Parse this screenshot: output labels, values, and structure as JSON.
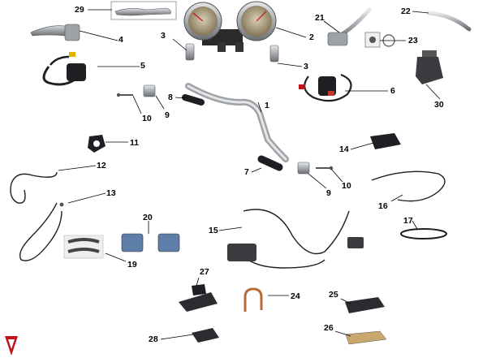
{
  "diagram": {
    "callouts": [
      "1",
      "2",
      "3",
      "3",
      "4",
      "5",
      "6",
      "7",
      "8",
      "9",
      "9",
      "10",
      "10",
      "11",
      "12",
      "13",
      "14",
      "15",
      "16",
      "17",
      "19",
      "20",
      "21",
      "22",
      "23",
      "24",
      "25",
      "26",
      "27",
      "28",
      "29",
      "30"
    ]
  },
  "colors": {
    "chrome": "#b9bcc0",
    "chrome_dark": "#6f7378",
    "rubber": "#1d1f22",
    "gauge_rim": "#8a8d90",
    "gauge_face": "#9c8a6a",
    "pad_blue": "#5c7ea8",
    "cable_red": "#c0392b",
    "line": "#000000",
    "logo_red": "#c0141c"
  },
  "icons": {
    "logo": "brand-emblem-icon"
  }
}
